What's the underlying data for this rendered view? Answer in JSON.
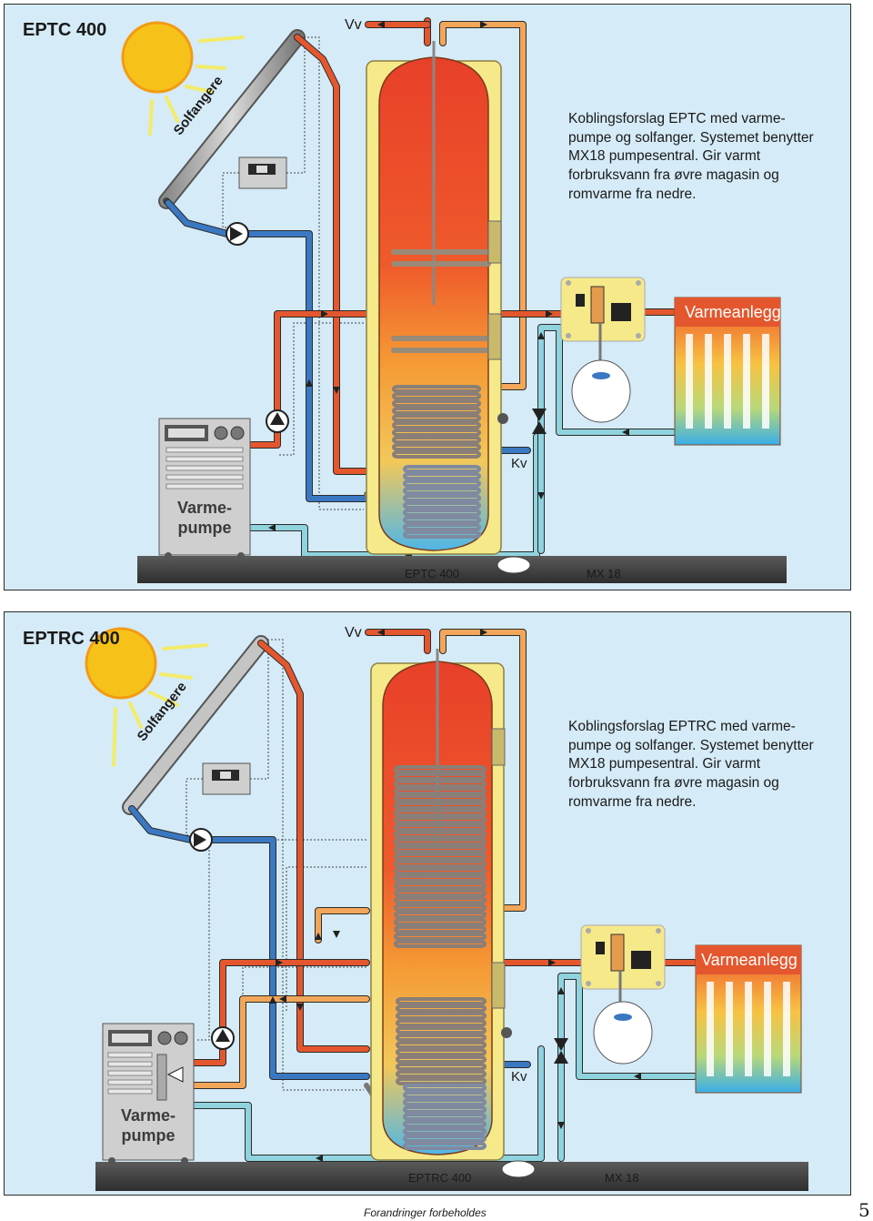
{
  "top": {
    "title": "EPTC 400",
    "vv": "Vv",
    "solar": "Solfangere",
    "description": "Koblingsforslag EPTC med var­me­pumpe og solfanger. Systemet benytter MX18 pumpesentral. Gir varmt forbruksvann fra øvre magasin og romvarme fra nedre.",
    "radiator": "Varmeanlegg",
    "kv": "Kv",
    "heat_pump": "Varme-\npumpe",
    "tank_label": "EPTC 400",
    "mx_label": "MX 18"
  },
  "bottom": {
    "title": "EPTRC 400",
    "vv": "Vv",
    "solar": "Solfangere",
    "description": "Koblingsforslag EPTRC med var­me­pumpe og solfanger. Systemet benytter MX18 pumpesentral. Gir varmt forbruksvann fra øvre magasin og romvarme fra nedre.",
    "radiator": "Varmeanlegg",
    "kv": "Kv",
    "heat_pump": "Varme-\npumpe",
    "tank_label": "EPTRC 400",
    "mx_label": "MX 18"
  },
  "footer": {
    "note": "Forandringer forbeholdes",
    "page": "5"
  },
  "colors": {
    "panel_bg": "#d5ebf7",
    "hot_pipe": "#e4572e",
    "warm_pipe": "#f2a65a",
    "cold_pipe": "#3a78c2",
    "return_pipe": "#8fd3de",
    "tank_casing": "#f6e98a",
    "sun": "#f6c21a",
    "ground": "#3c3c3c"
  }
}
